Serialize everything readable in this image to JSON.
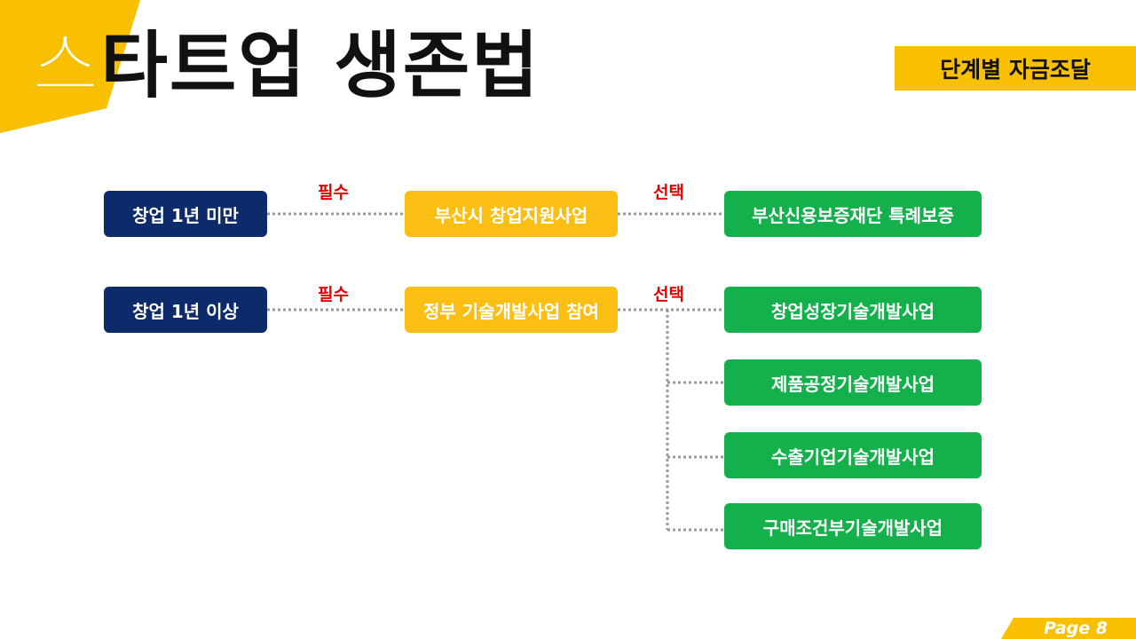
{
  "header": {
    "title_first_char": "스",
    "title_rest": "타트업 생존법",
    "tag": "단계별 자금조달"
  },
  "flow": {
    "row1": {
      "stage": "창업 1년 미만",
      "required_label": "필수",
      "required": "부산시 창업지원사업",
      "optional_label": "선택",
      "optional": "부산신용보증재단 특례보증"
    },
    "row2": {
      "stage": "창업 1년 이상",
      "required_label": "필수",
      "required": "정부 기술개발사업 참여",
      "optional_label": "선택",
      "optional": [
        "창업성장기술개발사업",
        "제품공정기술개발사업",
        "수출기업기술개발사업",
        "구매조건부기술개발사업"
      ]
    }
  },
  "footer": {
    "page": "Page 8"
  },
  "colors": {
    "accent_yellow": "#f8c000",
    "navy": "#0d2a6b",
    "green": "#14b04c",
    "label_red": "#e60000"
  }
}
